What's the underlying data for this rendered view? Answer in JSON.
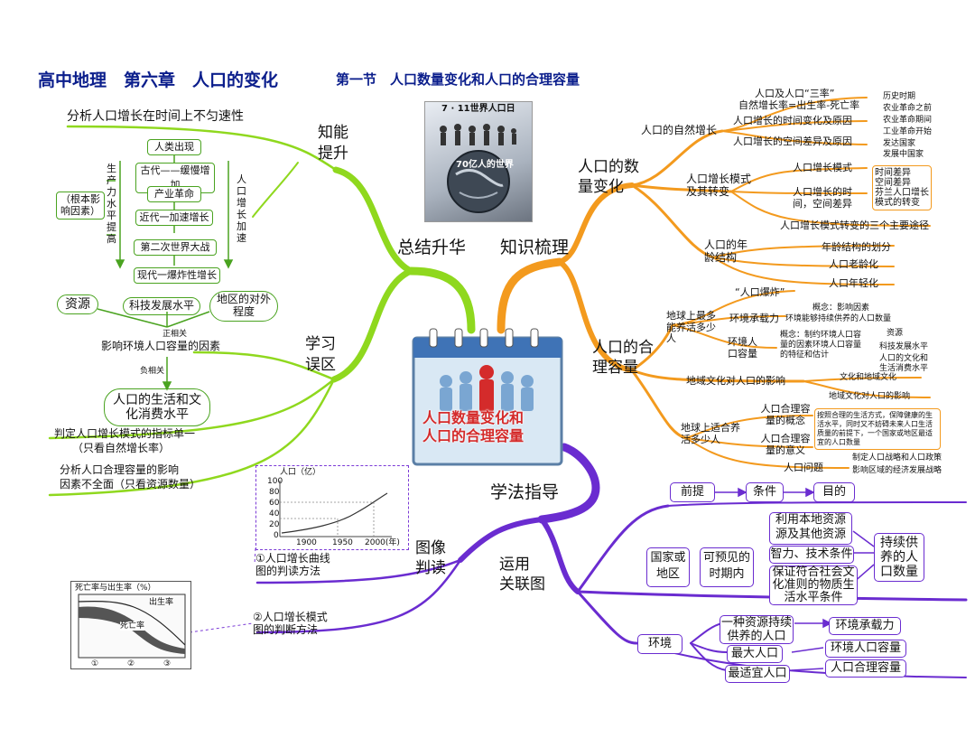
{
  "header": {
    "title": "高中地理　第六章　人口的变化",
    "subtitle": "第一节　人口数量变化和人口的合理容量"
  },
  "photo": {
    "caption": "7 · 11世界人口日",
    "inner_text": "70亿人的世界"
  },
  "center": {
    "line1": "人口数量变化和",
    "line2": "人口的合理容量"
  },
  "branches": {
    "summary": "总结升华",
    "knowledge": "知识梳理",
    "method": "学法指导",
    "ability": "知能\n提升",
    "mistake": "学习\n误区",
    "graph": "图像\n判读",
    "relation": "运用\n关联图"
  },
  "left": {
    "analysis": "分析人口增长在时间上不匀速性",
    "timeline": [
      "人类出现",
      "古代——缓慢增加",
      "产业革命",
      "近代一加速增长",
      "第二次世界大战",
      "现代一爆炸性增长"
    ],
    "root_factor": "（根本影响因素）",
    "productivity": "生产力水平提高",
    "growth_speed": "人口增长加速",
    "resource": "资源",
    "tech": "科技发展水平",
    "openness": "地区的对外程度",
    "pos_corr": "正相关",
    "factors": "影响环境人口容量的因素",
    "neg_corr": "负相关",
    "living": "人口的生活和文化消费水平",
    "mistake1": "判定人口增长模式的指标单一",
    "mistake1b": "（只看自然增长率）",
    "mistake2": "分析人口合理容量的影响",
    "mistake2b": "因素不全面（只看资源数量）",
    "graph1_label": "①人口增长曲线图的判读方法",
    "graph2_label": "②人口增长模式图的判断方法",
    "graph1_title": "人口（亿）",
    "graph1_yticks": [
      "100",
      "80",
      "60",
      "40",
      "20",
      "0"
    ],
    "graph1_xticks": [
      "1900",
      "1950",
      "2000(年)"
    ],
    "graph2_title": "死亡率与出生率（%）",
    "graph2_birth": "出生率",
    "graph2_death": "死亡率",
    "graph2_stages": [
      "①",
      "②",
      "③"
    ]
  },
  "right": {
    "pop_change": "人口的数量变化",
    "natural_growth": "人口的自然增长",
    "three_rates": "人口及人口“三率”",
    "formula": "自然增长率=出生率-死亡率",
    "time_change": "人口增长的时间变化及原因",
    "space_diff": "人口增长的空间差异及原因",
    "history": [
      "历史时期",
      "农业革命之前",
      "农业革命期间",
      "工业革命开始"
    ],
    "countries": [
      "发达国家",
      "发展中国家"
    ],
    "model": "人口增长模式及其转变",
    "model_items": [
      "人口增长模式",
      "人口增长的时间，空间差异",
      "人口增长模式转变的三个主要途径"
    ],
    "model_diff": [
      "时间差异",
      "空间差异",
      "芬兰人口增长模式的转变"
    ],
    "age": "人口的年龄结构",
    "age_items": [
      "年龄结构的划分",
      "人口老龄化",
      "人口年轻化"
    ],
    "capacity": "人口的合理容量",
    "explosion": "“人口爆炸”",
    "earth_max": "地球上最多能养活多少人",
    "env_capacity": "环境承载力",
    "env_concept": "概念：影响因素",
    "env_concept2": "环境能够持续供养的人口数量",
    "env_pop": "环境人口容量",
    "env_pop_desc": "概念：制约环境人口容量的因素环境人口容量的特征和估计",
    "env_factors": [
      "资源",
      "科技发展水平",
      "人口的文化和生活消费水平"
    ],
    "regional": "地域文化对人口的影响",
    "regional_items": [
      "文化和地域文化",
      "地域文化对人口的影响"
    ],
    "suitable": "地球上适合养活多少人",
    "reasonable": "人口合理容量的概念",
    "reasonable_desc": "按照合理的生活方式，保障健康的生活水平，同时又不妨碍未来人口生活质量的前提下，一个国家或地区最适宜的人口数量",
    "meaning": "人口合理容量的意义",
    "problem": "人口问题",
    "policy": [
      "制定人口战略和人口政策",
      "影响区域的经济发展战略"
    ],
    "premise": "前提",
    "condition": "条件",
    "goal": "目的",
    "country": "国家或地区",
    "foreseeable": "可预见的时期内",
    "use_res": "利用本地资源源及其他资源",
    "intel": "智力、技术条件",
    "ensure": "保证符合社会文化准则的物质生活水平条件",
    "sustain": "持续供养的人口数量",
    "env": "环境",
    "res_sustain": "一种资源持续供养的人口",
    "max_pop": "最大人口",
    "opt_pop": "最适宜人口",
    "env_load": "环境承载力",
    "env_cap2": "环境人口容量",
    "rational": "人口合理容量"
  },
  "colors": {
    "title": "#0b1e8c",
    "green": "#8fd81e",
    "orange": "#f39a1e",
    "purple": "#6a2cd0",
    "center_red": "#d42b2b"
  }
}
